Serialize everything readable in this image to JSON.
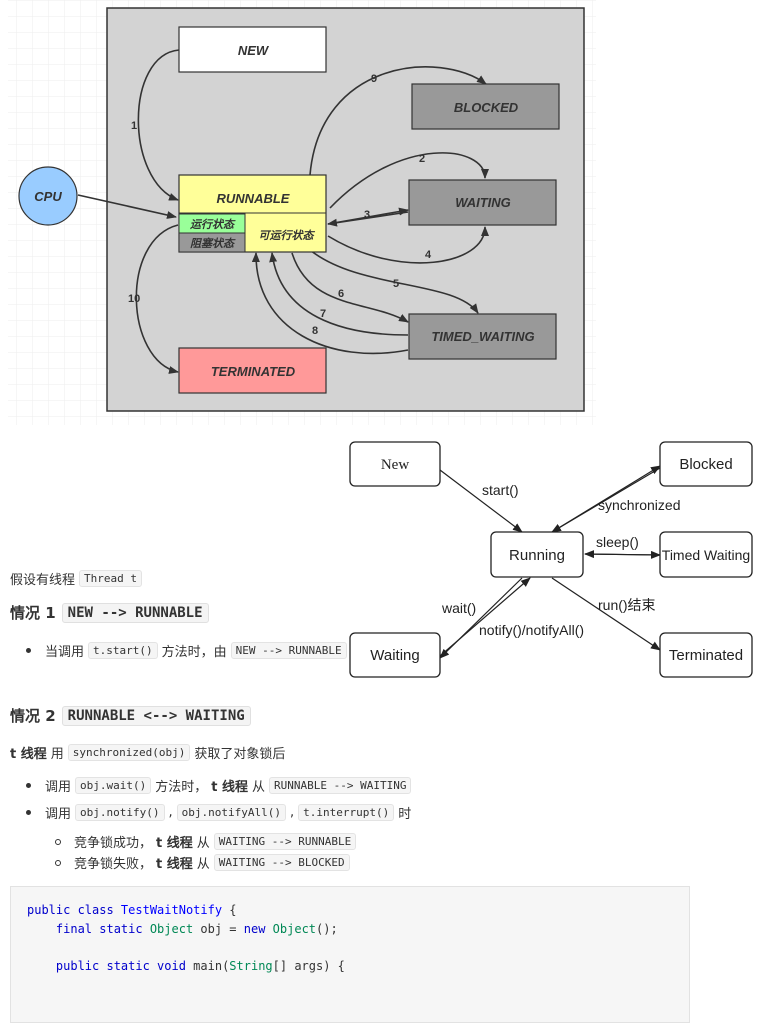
{
  "top_diagram": {
    "states": {
      "new": "NEW",
      "blocked": "BLOCKED",
      "runnable": "RUNNABLE",
      "waiting": "WAITING",
      "timed_waiting": "TIMED_WAITING",
      "terminated": "TERMINATED",
      "cpu": "CPU",
      "running_sub": "运行状态",
      "blocked_sub": "阻塞状态",
      "runnable_sub": "可运行状态"
    },
    "edge_labels": [
      "1",
      "2",
      "3",
      "4",
      "5",
      "6",
      "7",
      "8",
      "9",
      "10"
    ],
    "colors": {
      "panel": "#d3d3d3",
      "runnable": "#ffff99",
      "running_sub": "#99ff99",
      "blocked_sub": "#999999",
      "gray_state": "#999999",
      "terminated": "#ff9999",
      "cpu": "#99ccff"
    }
  },
  "bottom_diagram": {
    "states": {
      "new": "New",
      "blocked": "Blocked",
      "running": "Running",
      "timed_waiting": "Timed Waiting",
      "waiting": "Waiting",
      "terminated": "Terminated"
    },
    "edge_labels": {
      "start": "start()",
      "synchronized": "synchronized",
      "sleep": "sleep()",
      "wait": "wait()",
      "notify": "notify()/notifyAll()",
      "run_end": "run()结束"
    }
  },
  "doc": {
    "intro_text": "假设有线程",
    "intro_code": "Thread t",
    "case1": {
      "title": "情况 1",
      "code": "NEW --> RUNNABLE",
      "bullet_pre": "当调用",
      "bullet_code1": "t.start()",
      "bullet_mid": "方法时，由",
      "bullet_code2": "NEW --> RUNNABLE"
    },
    "case2": {
      "title": "情况 2",
      "code": "RUNNABLE <--> WAITING",
      "line_bold": "t 线程",
      "line_mid": "用",
      "line_code": "synchronized(obj)",
      "line_post": "获取了对象锁后",
      "b1_pre": "调用",
      "b1_code": "obj.wait()",
      "b1_mid": "方法时，",
      "b1_bold": "t 线程",
      "b1_post": "从",
      "b1_code2": "RUNNABLE --> WAITING",
      "b2_pre": "调用",
      "b2_code1": "obj.notify()",
      "b2_sep1": ",",
      "b2_code2": "obj.notifyAll()",
      "b2_sep2": ",",
      "b2_code3": "t.interrupt()",
      "b2_post": "时",
      "s1_pre": "竞争锁成功，",
      "s1_bold": "t 线程",
      "s1_post": "从",
      "s1_code": "WAITING --> RUNNABLE",
      "s2_pre": "竞争锁失败，",
      "s2_bold": "t 线程",
      "s2_post": "从",
      "s2_code": "WAITING --> BLOCKED"
    },
    "code_lines": {
      "l1_kw": "public class ",
      "l1_name": "TestWaitNotify",
      "l1_rest": " {",
      "l2_kw": "    final static ",
      "l2_type": "Object",
      "l2_mid": " obj = ",
      "l2_new": "new ",
      "l2_cls": "Object",
      "l2_end": "();",
      "l4_kw": "    public static void ",
      "l4_name": "main(",
      "l4_type": "String",
      "l4_end": "[] args) {"
    }
  }
}
